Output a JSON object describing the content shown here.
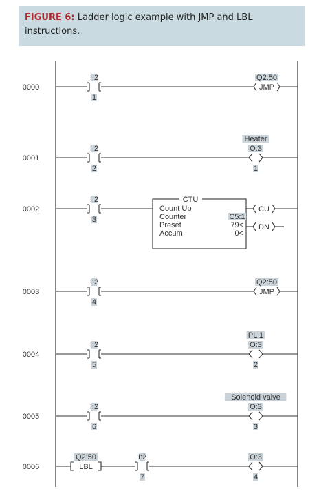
{
  "caption": {
    "label": "FIGURE 6:",
    "text": "Ladder logic example with JMP and LBL instructions."
  },
  "rungs": [
    {
      "number": "0000",
      "contacts": [
        {
          "address": "I:2",
          "bit": "1"
        }
      ],
      "output": {
        "type": "JMP",
        "tag": "Q2:50"
      }
    },
    {
      "number": "0001",
      "contacts": [
        {
          "address": "I:2",
          "bit": "2"
        }
      ],
      "output": {
        "type": "coil",
        "address": "O:3",
        "bit": "1",
        "description": "Heater"
      }
    },
    {
      "number": "0002",
      "contacts": [
        {
          "address": "I:2",
          "bit": "3"
        }
      ],
      "ctu": {
        "title": "CTU",
        "lines": [
          "Count Up",
          "Counter",
          "Preset",
          "Accum"
        ],
        "counter": "C5:1",
        "preset": "79<",
        "accum": "0<",
        "cu": "CU",
        "dn": "DN"
      }
    },
    {
      "number": "0003",
      "contacts": [
        {
          "address": "I:2",
          "bit": "4"
        }
      ],
      "output": {
        "type": "JMP",
        "tag": "Q2:50"
      }
    },
    {
      "number": "0004",
      "contacts": [
        {
          "address": "I:2",
          "bit": "5"
        }
      ],
      "output": {
        "type": "coil",
        "address": "O:3",
        "bit": "2",
        "description": "PL 1"
      }
    },
    {
      "number": "0005",
      "contacts": [
        {
          "address": "I:2",
          "bit": "6"
        }
      ],
      "output": {
        "type": "coil",
        "address": "O:3",
        "bit": "3",
        "description": "Solenoid valve"
      }
    },
    {
      "number": "0006",
      "lbl": {
        "tag": "Q2:50",
        "type": "LBL"
      },
      "contacts": [
        {
          "address": "I:2",
          "bit": "7"
        }
      ],
      "output": {
        "type": "coil",
        "address": "O:3",
        "bit": "4"
      }
    }
  ],
  "colors": {
    "caption_bg": "#c9dbe0",
    "figure_label": "#b5232e",
    "address_highlight": "#c9d3d9",
    "line": "#333333"
  }
}
